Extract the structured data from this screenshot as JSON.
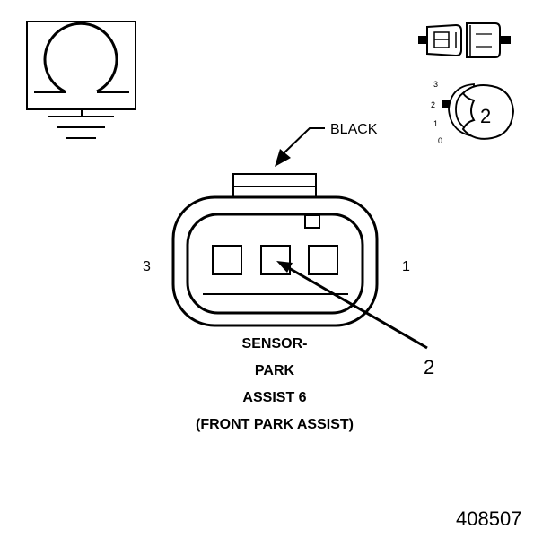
{
  "wire_color": "BLACK",
  "cavity_labels": {
    "left": "3",
    "right": "1"
  },
  "callout_number": "2",
  "component_caption": [
    "SENSOR-",
    "PARK",
    "ASSIST 6",
    "(FRONT PARK ASSIST)"
  ],
  "connector_view_icon": {
    "position_scale": [
      "3",
      "2",
      "1",
      "0"
    ],
    "position_number": "2"
  },
  "figure_number": "408507",
  "icons": [
    "ground-symbol-icon",
    "connector-pair-icon",
    "connector-position-icon"
  ]
}
